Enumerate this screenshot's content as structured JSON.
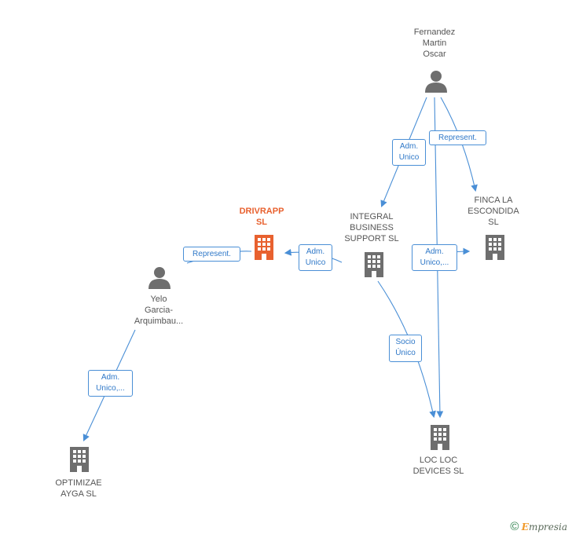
{
  "nodes": {
    "fernandez": {
      "label": "Fernandez\nMartin\nOscar",
      "type": "person"
    },
    "drivrapp": {
      "label": "DRIVRAPP\nSL",
      "type": "company-main"
    },
    "integral": {
      "label": "INTEGRAL\nBUSINESS\nSUPPORT  SL",
      "type": "company"
    },
    "finca": {
      "label": "FINCA LA\nESCONDIDA\nSL",
      "type": "company"
    },
    "yelo": {
      "label": "Yelo\nGarcia-\nArquimbau...",
      "type": "person"
    },
    "optimizae": {
      "label": "OPTIMIZAE\nAYGA  SL",
      "type": "company"
    },
    "locloc": {
      "label": "LOC LOC\nDEVICES  SL",
      "type": "company"
    }
  },
  "edges": {
    "fernandez_integral": "Adm.\nUnico",
    "fernandez_finca": "Represent.",
    "integral_finca": "Adm.\nUnico,...",
    "integral_drivrapp": "Adm.\nUnico",
    "yelo_drivrapp": "Represent.",
    "yelo_optimizae": "Adm.\nUnico,...",
    "integral_locloc": "Socio\nÚnico"
  },
  "footer": {
    "copyright": "©",
    "brand_initial": "E",
    "brand_rest": "mpresia"
  },
  "colors": {
    "edge": "#4a8fd6",
    "icon": "#6e6e6e",
    "main": "#e8612f"
  }
}
